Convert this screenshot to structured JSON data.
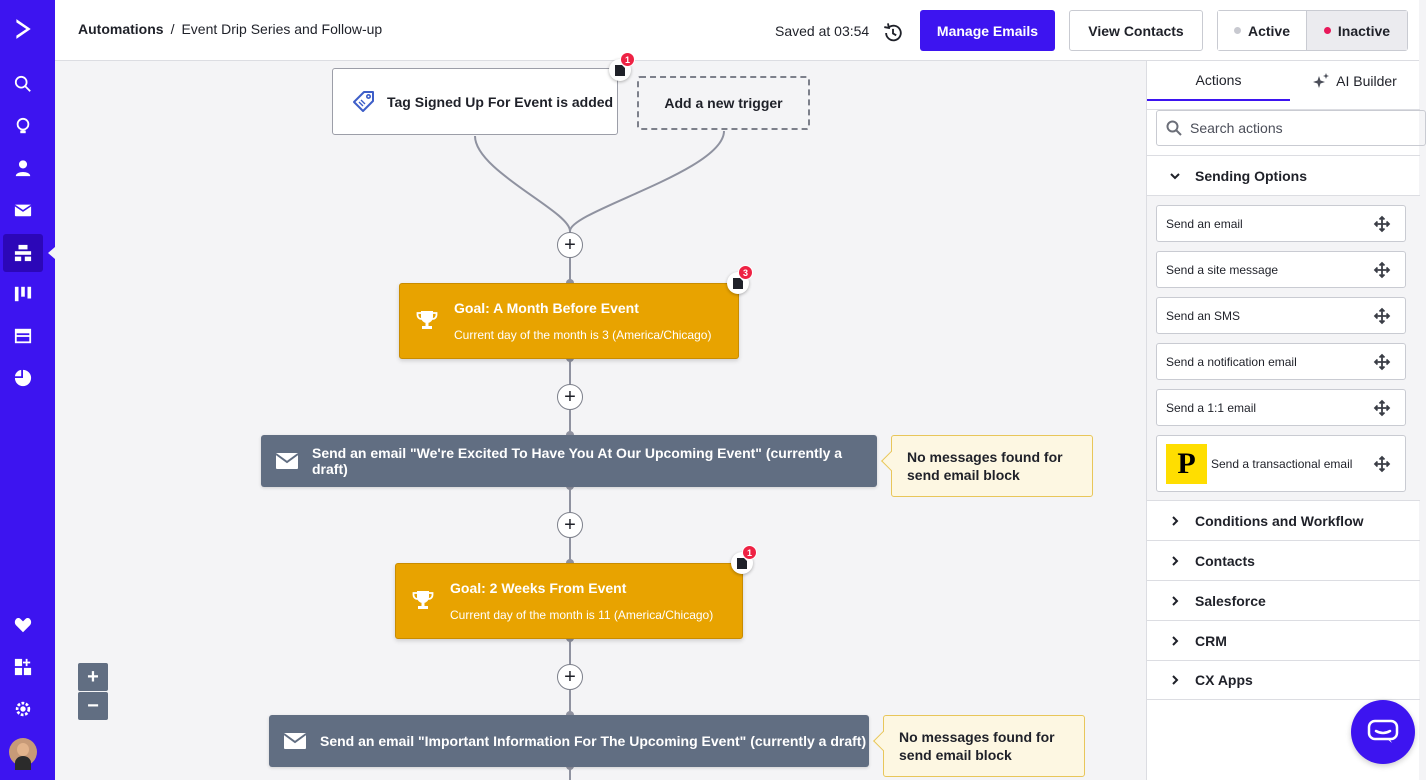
{
  "breadcrumb": {
    "root": "Automations",
    "separator": "/",
    "current": "Event Drip Series and Follow-up"
  },
  "header": {
    "saved_text": "Saved at 03:54",
    "manage_emails": "Manage Emails",
    "view_contacts": "View Contacts",
    "status_active": "Active",
    "status_inactive": "Inactive",
    "active_dot_color": "#c8c9d0",
    "inactive_dot_color": "#e8185a"
  },
  "nav": {
    "icons": [
      "logo-icon",
      "search-icon",
      "lightbulb-icon",
      "contacts-icon",
      "email-icon",
      "automations-icon",
      "deals-icon",
      "site-icon",
      "reports-icon",
      "heart-icon",
      "apps-icon",
      "settings-icon"
    ],
    "active": "automations-icon"
  },
  "flow": {
    "trigger": {
      "label": "Tag Signed Up For Event is added",
      "badge": "1"
    },
    "add_trigger": "Add a new trigger",
    "goal1": {
      "title": "Goal: A Month Before Event",
      "subtitle": "Current day of the month is 3 (America/Chicago)",
      "badge": "3"
    },
    "email1": {
      "label": "Send an email \"We're Excited To Have You At Our Upcoming Event\" (currently a draft)",
      "note": "No messages found for send email block"
    },
    "goal2": {
      "title": "Goal: 2 Weeks From Event",
      "subtitle": "Current day of the month is 11 (America/Chicago)",
      "badge": "1"
    },
    "email2": {
      "label": "Send an email \"Important Information For The Upcoming Event\" (currently a draft)",
      "note": "No messages found for send email block"
    },
    "plus": "+",
    "zoom_in": "+",
    "zoom_out": "−"
  },
  "panel": {
    "tab_actions": "Actions",
    "tab_ai": "AI Builder",
    "search_placeholder": "Search actions",
    "sending_options": "Sending Options",
    "actions": [
      "Send an email",
      "Send a site message",
      "Send an SMS",
      "Send a notification email",
      "Send a 1:1 email",
      "Send a transactional email"
    ],
    "postmark_letter": "P",
    "sections": [
      "Conditions and Workflow",
      "Contacts",
      "Salesforce",
      "CRM",
      "CX Apps"
    ]
  },
  "colors": {
    "brand": "#3d14f0",
    "goal": "#e8a300",
    "email_block": "#616e82"
  }
}
